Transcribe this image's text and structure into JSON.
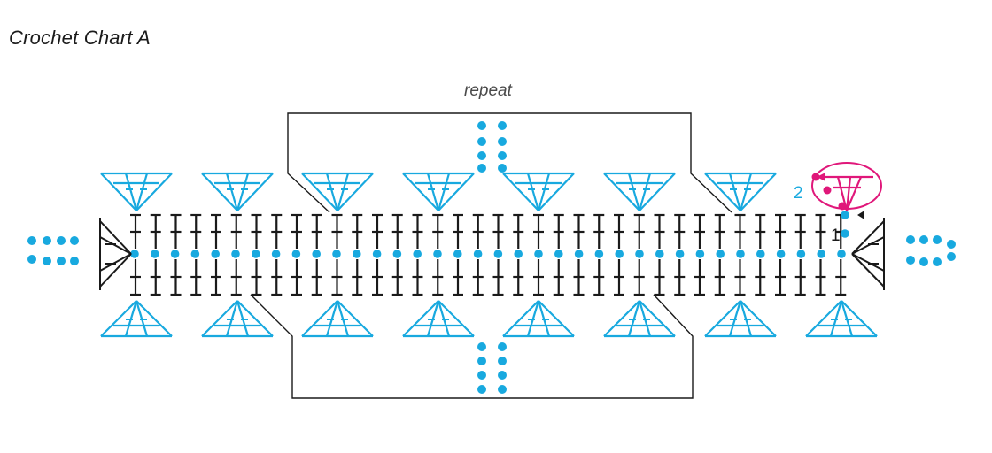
{
  "title": "Crochet Chart A",
  "repeat_label": "repeat",
  "row_labels": {
    "row1": "1",
    "row2": "2"
  },
  "colors": {
    "foundation_stitch": "#18a9df",
    "cluster_stitch": "#18a9df",
    "single_crochet": "#1a1a1a",
    "highlight": "#e0177a",
    "outline": "#1a1a1a",
    "start_arrow": "#1a1a1a"
  },
  "legend_icons": [
    "chain-stitch-icon",
    "single-crochet-icon",
    "double-crochet-cluster-icon",
    "slip-stitch-icon"
  ]
}
